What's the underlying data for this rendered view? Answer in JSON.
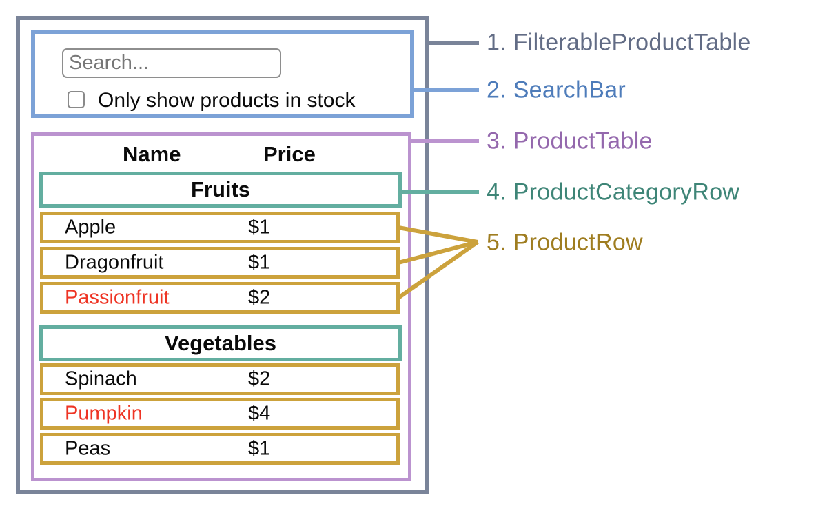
{
  "annotations": {
    "items": [
      {
        "label": "1. FilterableProductTable",
        "color": "#626C85",
        "line_color": "#7A8499"
      },
      {
        "label": "2. SearchBar",
        "color": "#4E7CBA",
        "line_color": "#7CA2D7"
      },
      {
        "label": "3. ProductTable",
        "color": "#9468AD",
        "line_color": "#BB93CF"
      },
      {
        "label": "4. ProductCategoryRow",
        "color": "#3E8577",
        "line_color": "#63AEA0"
      },
      {
        "label": "5. ProductRow",
        "color": "#9F7D20",
        "line_color": "#CCA23C"
      }
    ]
  },
  "outer_box": {
    "border_color": "#7A8499"
  },
  "search_bar": {
    "border_color": "#7CA2D7",
    "input_placeholder": "Search...",
    "input_value": "",
    "checkbox_label": "Only show products in stock",
    "checkbox_checked": false
  },
  "product_table": {
    "border_color": "#BB93CF",
    "category_border_color": "#63AEA0",
    "row_border_color": "#CCA23C",
    "red_text_color": "#EE3424",
    "headers": {
      "name": "Name",
      "price": "Price"
    },
    "sections": [
      {
        "category": "Fruits",
        "rows": [
          {
            "name": "Apple",
            "price": "$1",
            "red": false
          },
          {
            "name": "Dragonfruit",
            "price": "$1",
            "red": false
          },
          {
            "name": "Passionfruit",
            "price": "$2",
            "red": true
          }
        ]
      },
      {
        "category": "Vegetables",
        "rows": [
          {
            "name": "Spinach",
            "price": "$2",
            "red": false
          },
          {
            "name": "Pumpkin",
            "price": "$4",
            "red": true
          },
          {
            "name": "Peas",
            "price": "$1",
            "red": false
          }
        ]
      }
    ]
  }
}
